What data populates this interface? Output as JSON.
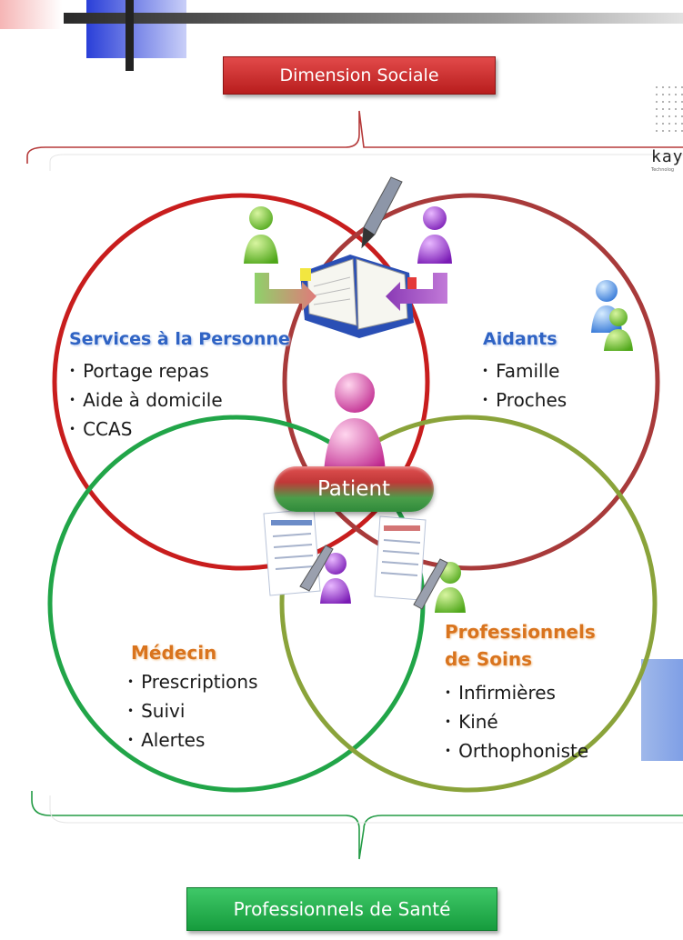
{
  "top_label": "Dimension Sociale",
  "bottom_label": "Professionnels de Santé",
  "center_label": "Patient",
  "groups": {
    "services": {
      "title": "Services à la Personne",
      "items": [
        "Portage repas",
        "Aide à domicile",
        "CCAS"
      ]
    },
    "aidants": {
      "title": "Aidants",
      "items": [
        "Famille",
        "Proches"
      ]
    },
    "medecin": {
      "title": "Médecin",
      "items": [
        "Prescriptions",
        "Suivi",
        "Alertes"
      ]
    },
    "prof_soins": {
      "title_line1": "Professionnels",
      "title_line2": "de Soins",
      "items": [
        "Infirmières",
        "Kiné",
        "Orthophoniste"
      ]
    }
  },
  "logo": {
    "text": "kay",
    "subtext": "Technolog"
  },
  "icon_names": [
    "person-icon",
    "notebook-pen-icon",
    "document-icon",
    "arrow-icon"
  ],
  "colors": {
    "social_box": "#c62828",
    "sante_box": "#1ea445",
    "circle_services": "#c81d1d",
    "circle_aidants": "#a83a3a",
    "circle_medecin": "#21a548",
    "circle_soins": "#8aa33a",
    "heading_blue": "#2f63c4",
    "heading_orange": "#d9741e"
  }
}
